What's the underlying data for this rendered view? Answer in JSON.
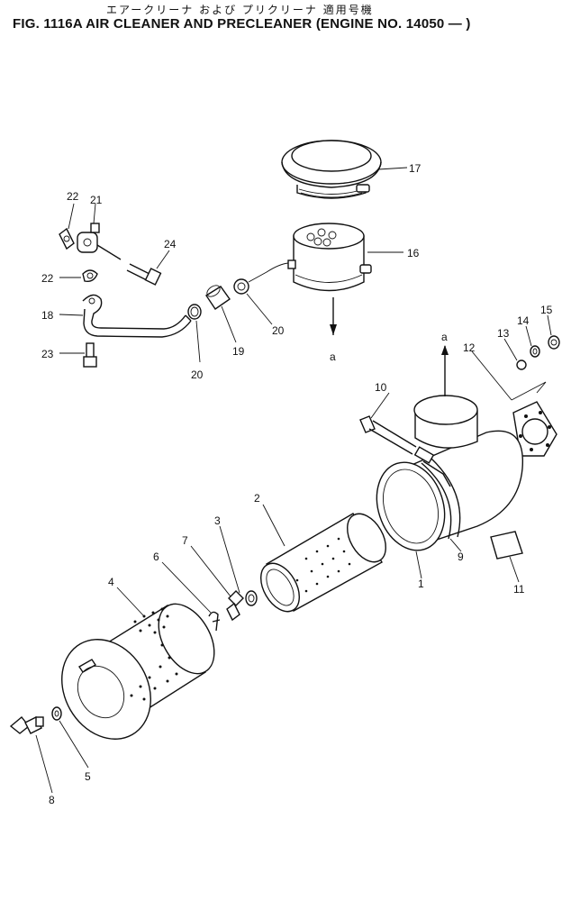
{
  "header": {
    "japanese_title": "エアークリーナ および プリクリーナ 適用号機",
    "title": "FIG. 1116A AIR CLEANER AND PRECLEANER (ENGINE NO. 14050 — )"
  },
  "callouts": {
    "p1": "1",
    "p2": "2",
    "p3": "3",
    "p4": "4",
    "p5": "5",
    "p6": "6",
    "p7": "7",
    "p8": "8",
    "p9": "9",
    "p10": "10",
    "p11": "11",
    "p12": "12",
    "p13": "13",
    "p14": "14",
    "p15": "15",
    "p16": "16",
    "p17": "17",
    "p18": "18",
    "p19": "19",
    "p20a": "20",
    "p20b": "20",
    "p21": "21",
    "p22a": "22",
    "p22b": "22",
    "p23": "23",
    "p24": "24",
    "ref_a1": "a",
    "ref_a2": "a"
  }
}
